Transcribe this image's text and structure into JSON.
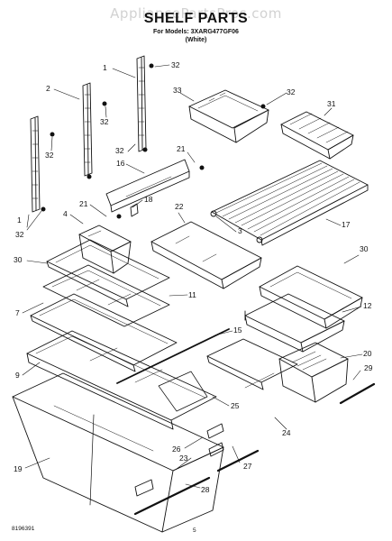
{
  "header": {
    "watermark": "AppliancePartsPros.com",
    "title": "SHELF PARTS",
    "models_line": "For Models: 3XARG477GF06",
    "color_line": "(White)"
  },
  "callouts": [
    {
      "id": "c1a",
      "text": "1"
    },
    {
      "id": "c32a",
      "text": "32"
    },
    {
      "id": "c2",
      "text": "2"
    },
    {
      "id": "c32b",
      "text": "32"
    },
    {
      "id": "c33",
      "text": "33"
    },
    {
      "id": "c32c",
      "text": "32"
    },
    {
      "id": "c31",
      "text": "31"
    },
    {
      "id": "c32d",
      "text": "32"
    },
    {
      "id": "c32e",
      "text": "32"
    },
    {
      "id": "c21a",
      "text": "21"
    },
    {
      "id": "c16",
      "text": "16"
    },
    {
      "id": "c18",
      "text": "18"
    },
    {
      "id": "c21b",
      "text": "21"
    },
    {
      "id": "c1b",
      "text": "1"
    },
    {
      "id": "c32f",
      "text": "32"
    },
    {
      "id": "c4",
      "text": "4"
    },
    {
      "id": "c22",
      "text": "22"
    },
    {
      "id": "c3",
      "text": "3"
    },
    {
      "id": "c17",
      "text": "17"
    },
    {
      "id": "c30a",
      "text": "30"
    },
    {
      "id": "c30b",
      "text": "30"
    },
    {
      "id": "c11",
      "text": "11"
    },
    {
      "id": "c7",
      "text": "7"
    },
    {
      "id": "c12",
      "text": "12"
    },
    {
      "id": "c15",
      "text": "15"
    },
    {
      "id": "c20",
      "text": "20"
    },
    {
      "id": "c9",
      "text": "9"
    },
    {
      "id": "c29",
      "text": "29"
    },
    {
      "id": "c25",
      "text": "25"
    },
    {
      "id": "c24",
      "text": "24"
    },
    {
      "id": "c26",
      "text": "26"
    },
    {
      "id": "c23",
      "text": "23"
    },
    {
      "id": "c19",
      "text": "19"
    },
    {
      "id": "c27",
      "text": "27"
    },
    {
      "id": "c28",
      "text": "28"
    }
  ],
  "footer": {
    "document_number": "8196391",
    "page_number": "5"
  }
}
